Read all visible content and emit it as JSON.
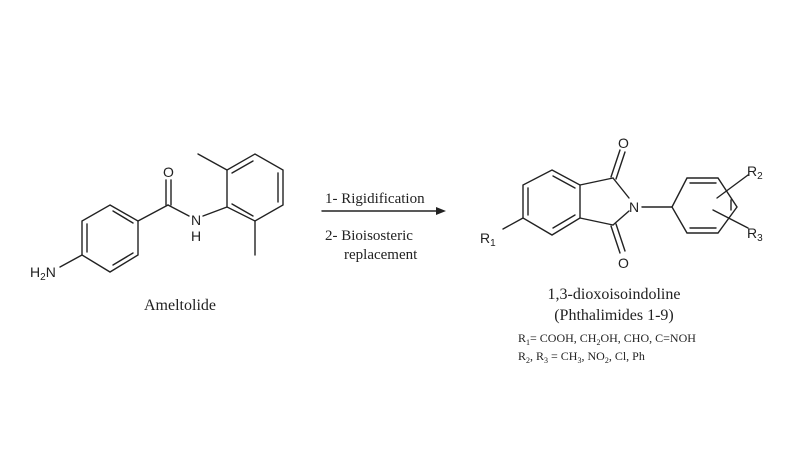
{
  "reactant": {
    "name": "Ameltolide",
    "atoms": {
      "amine": "H",
      "amine_sub": "2",
      "amine_n": "N",
      "carbonyl_o": "O",
      "amide_n": "N",
      "amide_h": "H"
    }
  },
  "arrow": {
    "step1": "1- Rigidification",
    "step2_line1": "2- Bioisosteric",
    "step2_line2": "replacement"
  },
  "product": {
    "name": "1,3-dioxoisoindoline",
    "subtitle": "(Phthalimides 1-9)",
    "atoms": {
      "o_top": "O",
      "o_bottom": "O",
      "n": "N",
      "r1": "R",
      "r1_sub": "1",
      "r2": "R",
      "r2_sub": "2",
      "r3": "R",
      "r3_sub": "3"
    },
    "substituents": {
      "r1_label": "R",
      "r1_sub": "1",
      "r1_values_a": "= COOH, CH",
      "r1_sub2": "2",
      "r1_values_b": "OH,  CHO, C=NOH",
      "r23_label_a": "R",
      "r23_sub_a": "2",
      "r23_sep": ", R",
      "r23_sub_b": "3",
      "r23_values_a": " = CH",
      "r23_sub_c": "3",
      "r23_values_b": ", NO",
      "r23_sub_d": "2",
      "r23_values_c": ", Cl, Ph"
    }
  }
}
